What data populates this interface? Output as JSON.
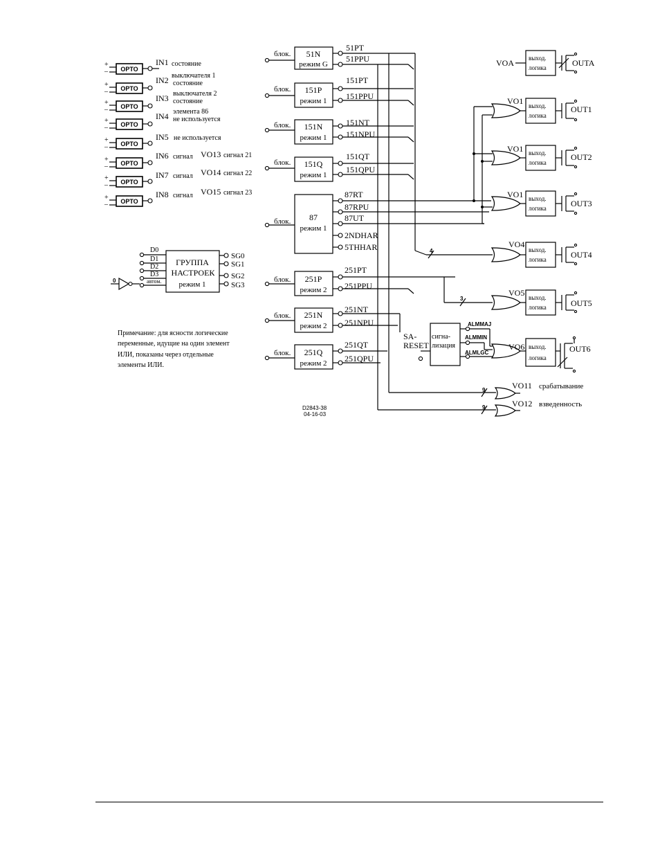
{
  "inputs": {
    "opto_label": "OPTO",
    "rows": [
      {
        "id": "IN1",
        "desc": "состояние"
      },
      {
        "id": "IN2",
        "desc": "выключателя 1 состояние"
      },
      {
        "id": "IN3",
        "desc": "выключателя 2 состояние"
      },
      {
        "id": "IN4",
        "desc": "элемента 86 не используется"
      },
      {
        "id": "IN5",
        "desc": "не используется"
      },
      {
        "id": "IN6",
        "desc": "сигнал",
        "vo": "VO13",
        "vo_desc": "сигнал 21"
      },
      {
        "id": "IN7",
        "desc": "сигнал",
        "vo": "VO14",
        "vo_desc": "сигнал 22"
      },
      {
        "id": "IN8",
        "desc": "сигнал",
        "vo": "VO15",
        "vo_desc": "сигнал 23"
      }
    ]
  },
  "setting_group": {
    "title_line1": "ГРУППА",
    "title_line2": "НАСТРОЕК",
    "mode": "режим 1",
    "inputs": [
      "D0",
      "D1",
      "D2",
      "D3",
      "автом."
    ],
    "outputs": [
      "SG0",
      "SG1",
      "SG2",
      "SG3"
    ],
    "zero_label": "0"
  },
  "note": {
    "lines": [
      "Примечание: для ясности логические",
      "переменные, идущие на один элемент",
      "ИЛИ, показаны через отдельные",
      "элементы ИЛИ."
    ]
  },
  "protection_blocks": {
    "block_label": "блок.",
    "items": [
      {
        "name": "51N",
        "mode": "режим G",
        "outputs": [
          "51PT",
          "51PPU"
        ]
      },
      {
        "name": "151P",
        "mode": "режим 1",
        "outputs": [
          "151PT",
          "151PPU"
        ]
      },
      {
        "name": "151N",
        "mode": "режим 1",
        "outputs": [
          "151NT",
          "151NPU"
        ]
      },
      {
        "name": "151Q",
        "mode": "режим 1",
        "outputs": [
          "151QT",
          "151QPU"
        ]
      },
      {
        "name": "87",
        "mode": "режим 1",
        "outputs": [
          "87RT",
          "87RPU",
          "87UT",
          "2NDHAR",
          "5THHAR"
        ]
      },
      {
        "name": "251P",
        "mode": "режим 2",
        "outputs": [
          "251PT",
          "251PPU"
        ]
      },
      {
        "name": "251N",
        "mode": "режим 2",
        "outputs": [
          "251NT",
          "251NPU"
        ]
      },
      {
        "name": "251Q",
        "mode": "режим 2",
        "outputs": [
          "251QT",
          "251QPU"
        ]
      }
    ]
  },
  "alarm": {
    "reset_line1": "SA-",
    "reset_line2": "RESET",
    "title_line1": "сигна-",
    "title_line2": "лизация",
    "outputs": [
      "ALMMAJ",
      "ALMMIN",
      "ALMLGC"
    ]
  },
  "bus_counts": {
    "vo4": "4",
    "vo5": "3",
    "vo11": "9",
    "vo12": "9"
  },
  "output_logic": {
    "line1": "выход.",
    "line2": "логика",
    "items": [
      {
        "vo": "VOA",
        "out": "OUTA"
      },
      {
        "vo": "VO1",
        "out": "OUT1"
      },
      {
        "vo": "VO1",
        "out": "OUT2"
      },
      {
        "vo": "VO1",
        "out": "OUT3"
      },
      {
        "vo": "VO4",
        "out": "OUT4"
      },
      {
        "vo": "VO5",
        "out": "OUT5"
      },
      {
        "vo": "VO6",
        "out": "OUT6"
      }
    ]
  },
  "virtual_outputs": [
    {
      "vo": "VO11",
      "desc": "срабатывание"
    },
    {
      "vo": "VO12",
      "desc": "взведенность"
    }
  ],
  "drawing_id": {
    "number": "D2843-38",
    "date": "04-16-03"
  }
}
